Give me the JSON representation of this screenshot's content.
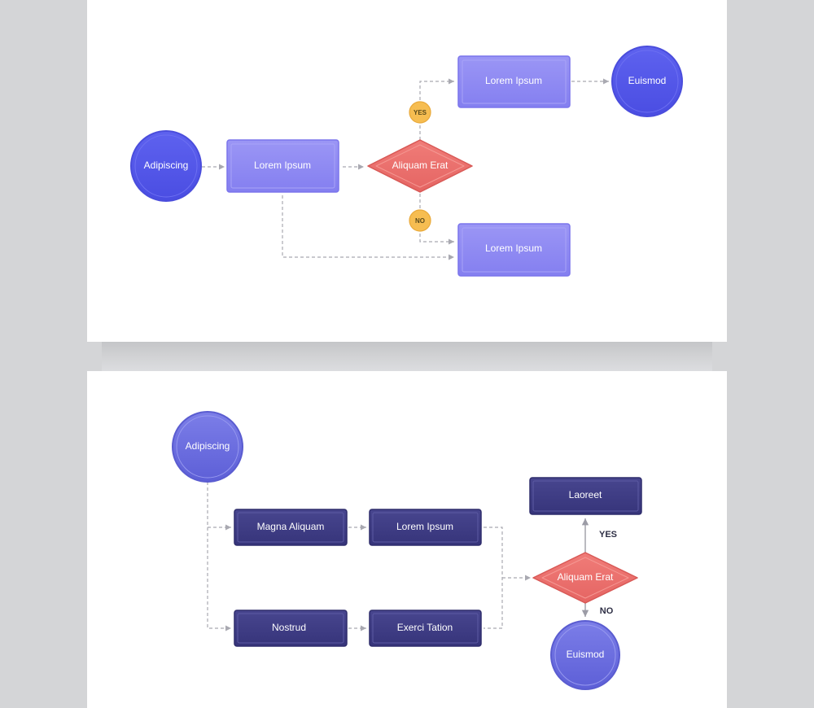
{
  "top_diagram": {
    "start": "Adipiscing",
    "process": "Lorem Ipsum",
    "decision": "Aliquam Erat",
    "yes_badge": "YES",
    "no_badge": "NO",
    "yes_process": "Lorem Ipsum",
    "no_process": "Lorem Ipsum",
    "end": "Euismod"
  },
  "bottom_diagram": {
    "start": "Adipiscing",
    "row1_first": "Magna Aliquam",
    "row1_second": "Lorem Ipsum",
    "row2_first": "Nostrud",
    "row2_second": "Exerci Tation",
    "decision": "Aliquam Erat",
    "yes_label": "YES",
    "no_label": "NO",
    "yes_box": "Laoreet",
    "end": "Euismod"
  },
  "colors": {
    "circle_top": "#5357ea",
    "box_top": "#8b85f2",
    "decision": "#ea6e6c",
    "badge": "#f6bd51",
    "circle_bottom": "#6d6fe0",
    "box_bottom": "#3d3b84"
  }
}
